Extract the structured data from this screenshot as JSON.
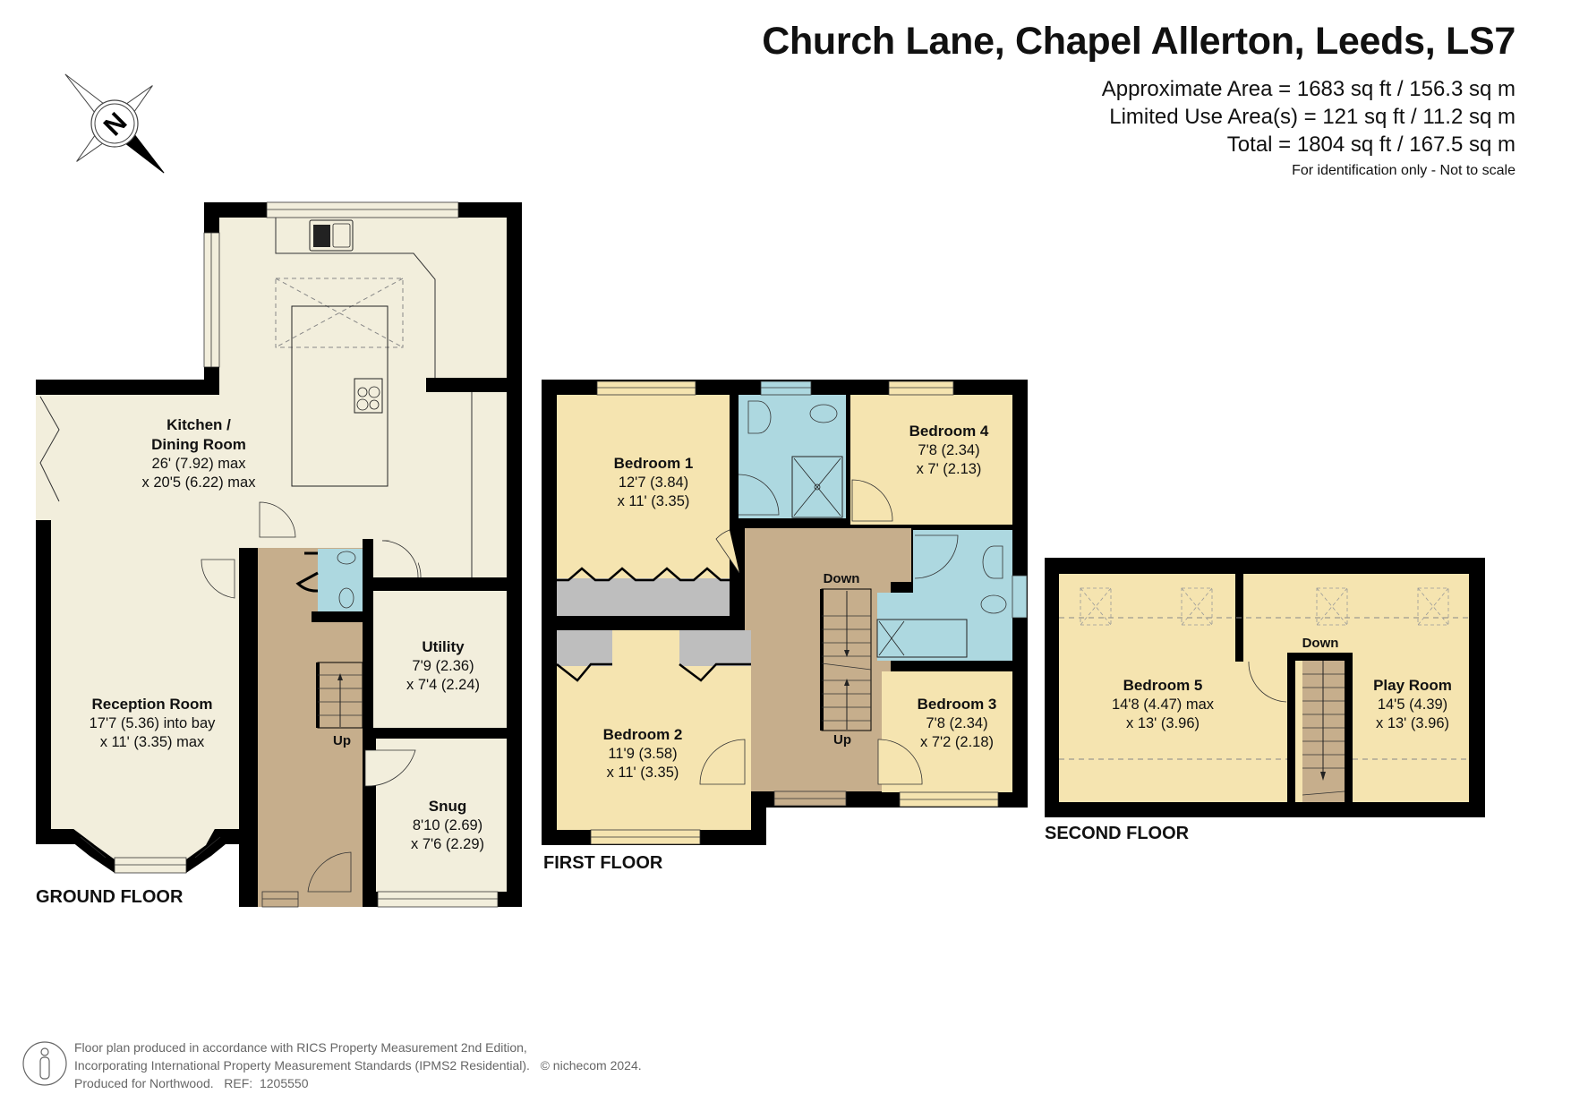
{
  "header": {
    "title": "Church Lane, Chapel Allerton, Leeds, LS7",
    "approx_area": "Approximate Area = 1683 sq ft / 156.3 sq m",
    "limited_use_area": "Limited Use Area(s) = 121 sq ft / 11.2 sq m",
    "total": "Total = 1804 sq ft / 167.5 sq m",
    "disclaimer": "For identification only - Not to scale"
  },
  "compass": {
    "icon": "compass-north-icon",
    "label": "N"
  },
  "colors": {
    "wall": "#000000",
    "living_fill": "#F2EEDC",
    "bedroom_fill": "#F5E4B0",
    "hall_fill": "#C6AE8C",
    "bathroom_fill": "#ADD8E0",
    "storage_fill": "#BEBEBE"
  },
  "floors": {
    "ground": {
      "label": "GROUND FLOOR",
      "stairs_label": "Up",
      "rooms": [
        {
          "name": "Kitchen /",
          "name2": "Dining Room",
          "dim1": "26' (7.92) max",
          "dim2": "x 20'5 (6.22) max"
        },
        {
          "name": "Reception Room",
          "dim1": "17'7 (5.36) into bay",
          "dim2": "x 11' (3.35) max"
        },
        {
          "name": "Utility",
          "dim1": "7'9 (2.36)",
          "dim2": "x 7'4 (2.24)"
        },
        {
          "name": "Snug",
          "dim1": "8'10 (2.69)",
          "dim2": "x 7'6 (2.29)"
        }
      ]
    },
    "first": {
      "label": "FIRST FLOOR",
      "stairs_down_label": "Down",
      "stairs_up_label": "Up",
      "rooms": [
        {
          "name": "Bedroom 1",
          "dim1": "12'7 (3.84)",
          "dim2": "x 11' (3.35)"
        },
        {
          "name": "Bedroom 4",
          "dim1": "7'8 (2.34)",
          "dim2": "x 7' (2.13)"
        },
        {
          "name": "Bedroom 2",
          "dim1": "11'9 (3.58)",
          "dim2": "x 11' (3.35)"
        },
        {
          "name": "Bedroom 3",
          "dim1": "7'8 (2.34)",
          "dim2": "x 7'2 (2.18)"
        }
      ]
    },
    "second": {
      "label": "SECOND FLOOR",
      "stairs_label": "Down",
      "rooms": [
        {
          "name": "Bedroom 5",
          "dim1": "14'8 (4.47) max",
          "dim2": "x 13' (3.96)"
        },
        {
          "name": "Play Room",
          "dim1": "14'5 (4.39)",
          "dim2": "x 13' (3.96)"
        }
      ]
    }
  },
  "footer": {
    "icon": "person-measure-icon",
    "line1": "Floor plan produced in accordance with RICS Property Measurement 2nd Edition,",
    "line2": "Incorporating International Property Measurement Standards (IPMS2 Residential).   © nichecom 2024.",
    "line3": "Produced for Northwood.   REF:  1205550"
  }
}
